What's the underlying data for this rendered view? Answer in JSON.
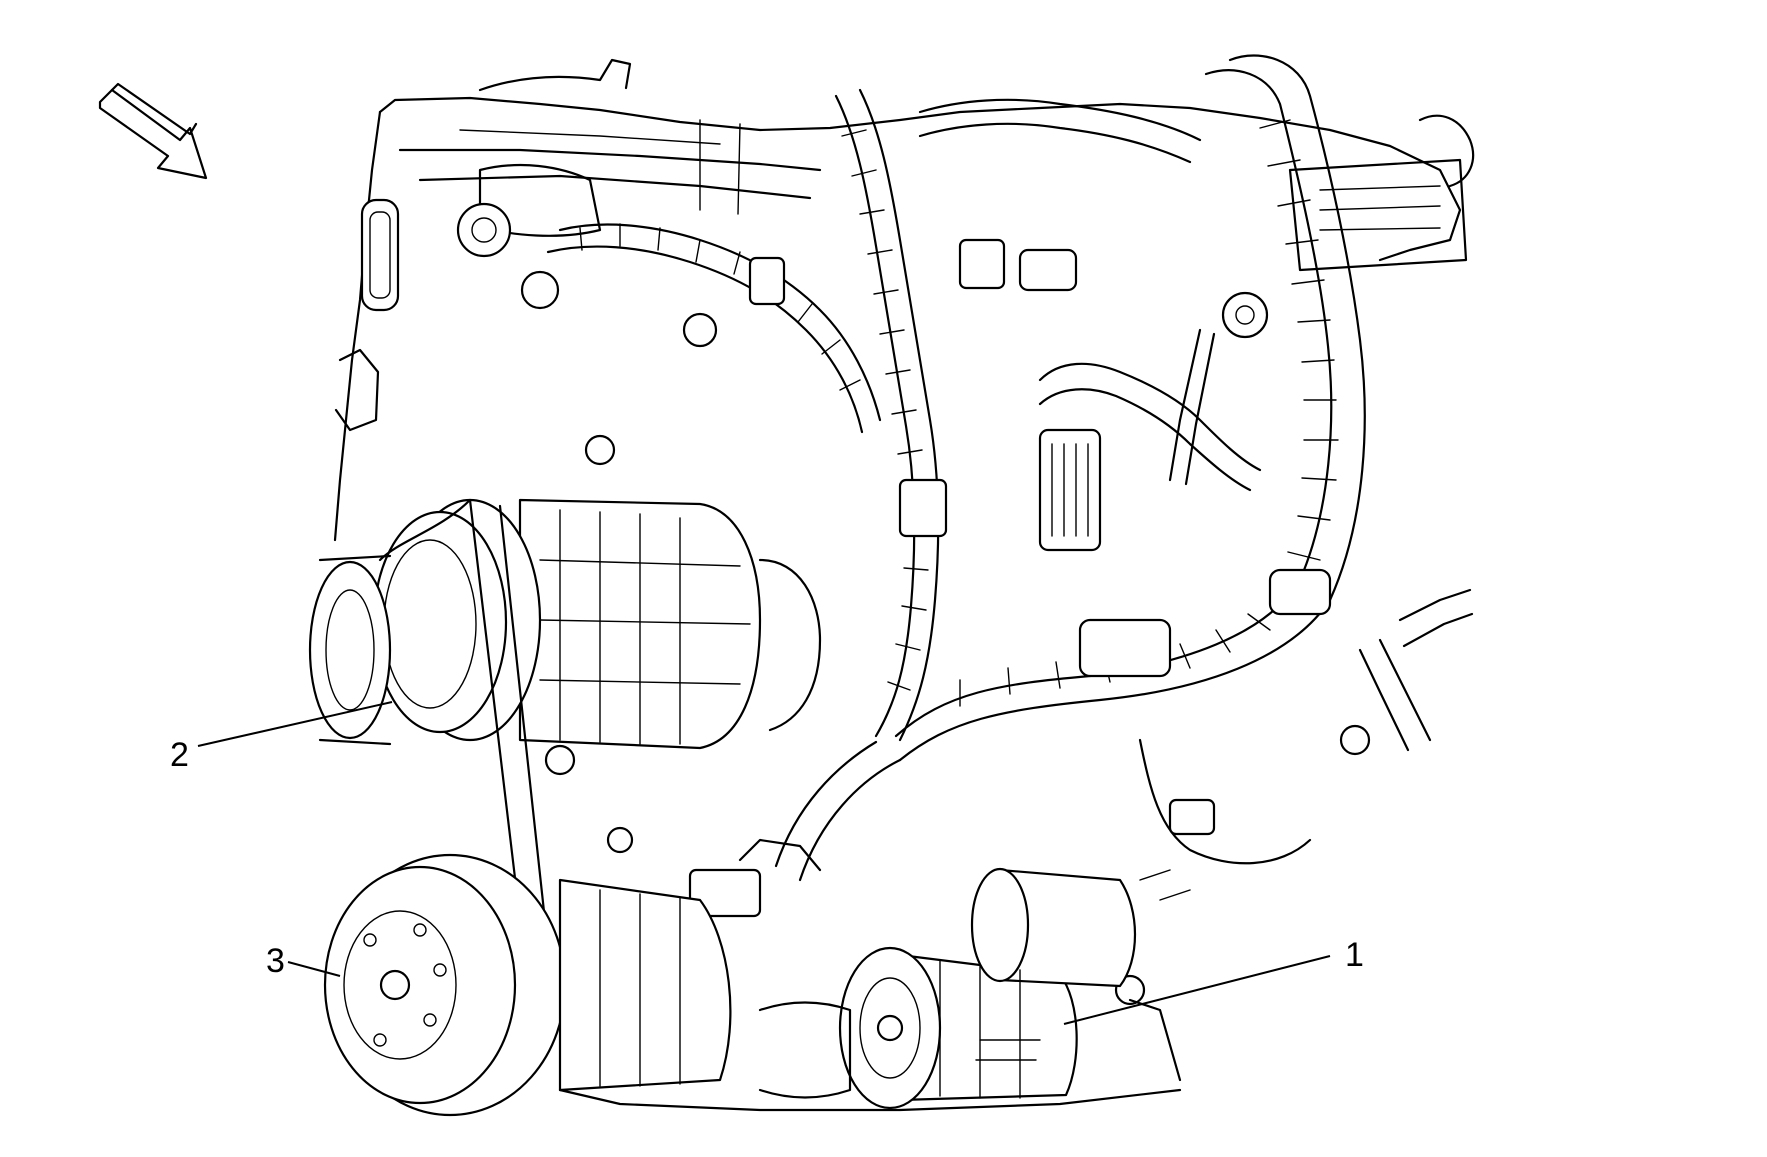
{
  "callouts": {
    "c1": "1",
    "c2": "2",
    "c3": "3"
  },
  "direction_arrow": {
    "icon": "direction-arrow-icon"
  }
}
